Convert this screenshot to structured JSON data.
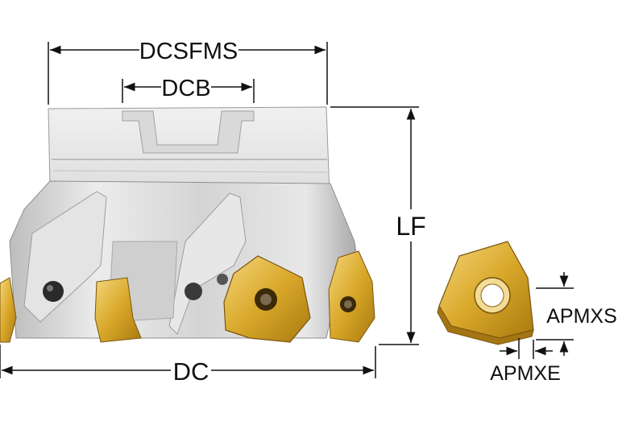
{
  "labels": {
    "dcsfms": "DCSFMS",
    "dcb": "DCB",
    "lf": "LF",
    "dc": "DC",
    "apmxs": "APMXS",
    "apmxe": "APMXE"
  },
  "colors": {
    "steel_light": "#e6e6e6",
    "steel_mid": "#c9c9c9",
    "steel_dark": "#9a9a9a",
    "insert_gold": "#d9a82a",
    "insert_light": "#f2d274",
    "insert_dark": "#8a6412",
    "line": "#111111"
  }
}
